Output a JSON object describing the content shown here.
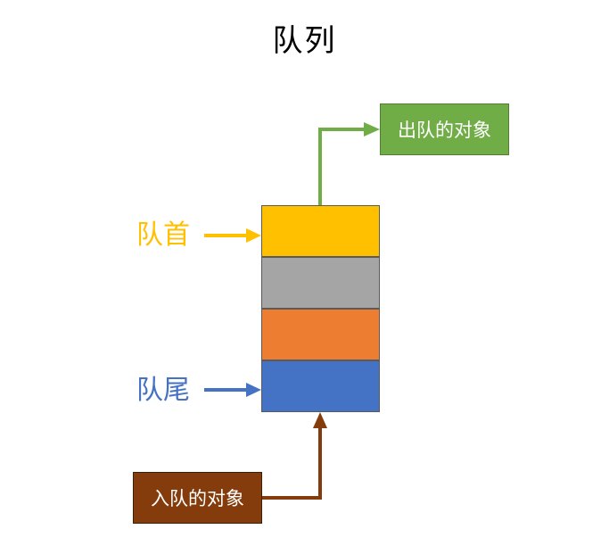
{
  "title": "队列",
  "labels": {
    "head": "队首",
    "tail": "队尾"
  },
  "boxes": {
    "dequeued": "出队的对象",
    "enqueued": "入队的对象"
  },
  "colors": {
    "head": "#ffc000",
    "tail": "#4472c4",
    "dequeue_arrow": "#70ad47",
    "enqueue_arrow": "#843c0c",
    "queue_cells": [
      "#ffc000",
      "#a5a5a5",
      "#ed7d31",
      "#4472c4"
    ]
  }
}
